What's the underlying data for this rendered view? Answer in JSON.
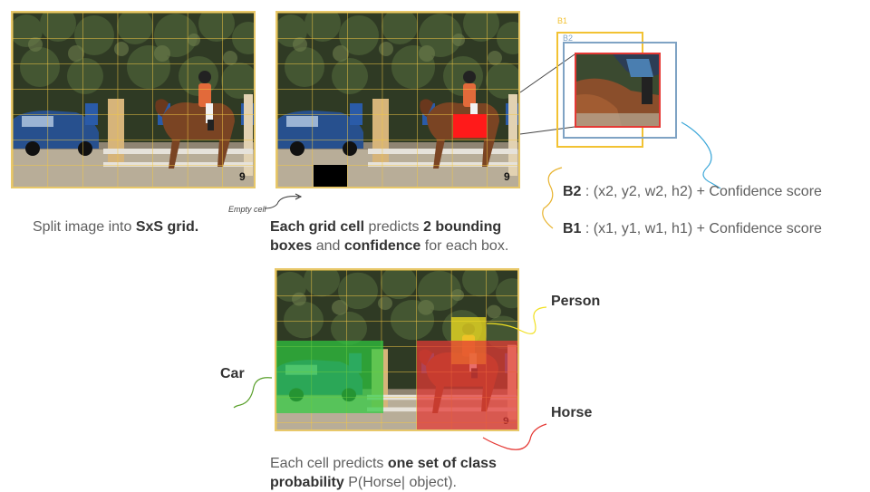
{
  "panel1": {
    "caption_text": "Split image into ",
    "caption_bold": "SxS grid."
  },
  "panel2": {
    "empty_cell_label": "Empty cell",
    "caption_bold1": "Each grid cell",
    "caption_text1": " predicts ",
    "caption_bold2": "2 bounding boxes",
    "caption_text2": " and ",
    "caption_bold3": "confidence",
    "caption_text3": " for each box."
  },
  "zoom": {
    "b1_tag": "B1",
    "b2_tag": "B2",
    "b2_name": "B2",
    "b2_formula": " : (x2, y2, w2, h2) + Confidence score",
    "b1_name": "B1",
    "b1_formula": " : (x1, y1, w1, h1) + Confidence score",
    "colors": {
      "b1": "#f2c233",
      "b2": "#7fa3c4",
      "highlight": "#e53935"
    }
  },
  "panel3": {
    "labels": {
      "car": "Car",
      "person": "Person",
      "horse": "Horse"
    },
    "caption_text1": "Each cell predicts ",
    "caption_bold": "one set of class probability",
    "caption_text2": "  P(Horse| object).",
    "colors": {
      "car": "#2ecc40",
      "person": "#f1e020",
      "horse": "#e53935"
    }
  }
}
